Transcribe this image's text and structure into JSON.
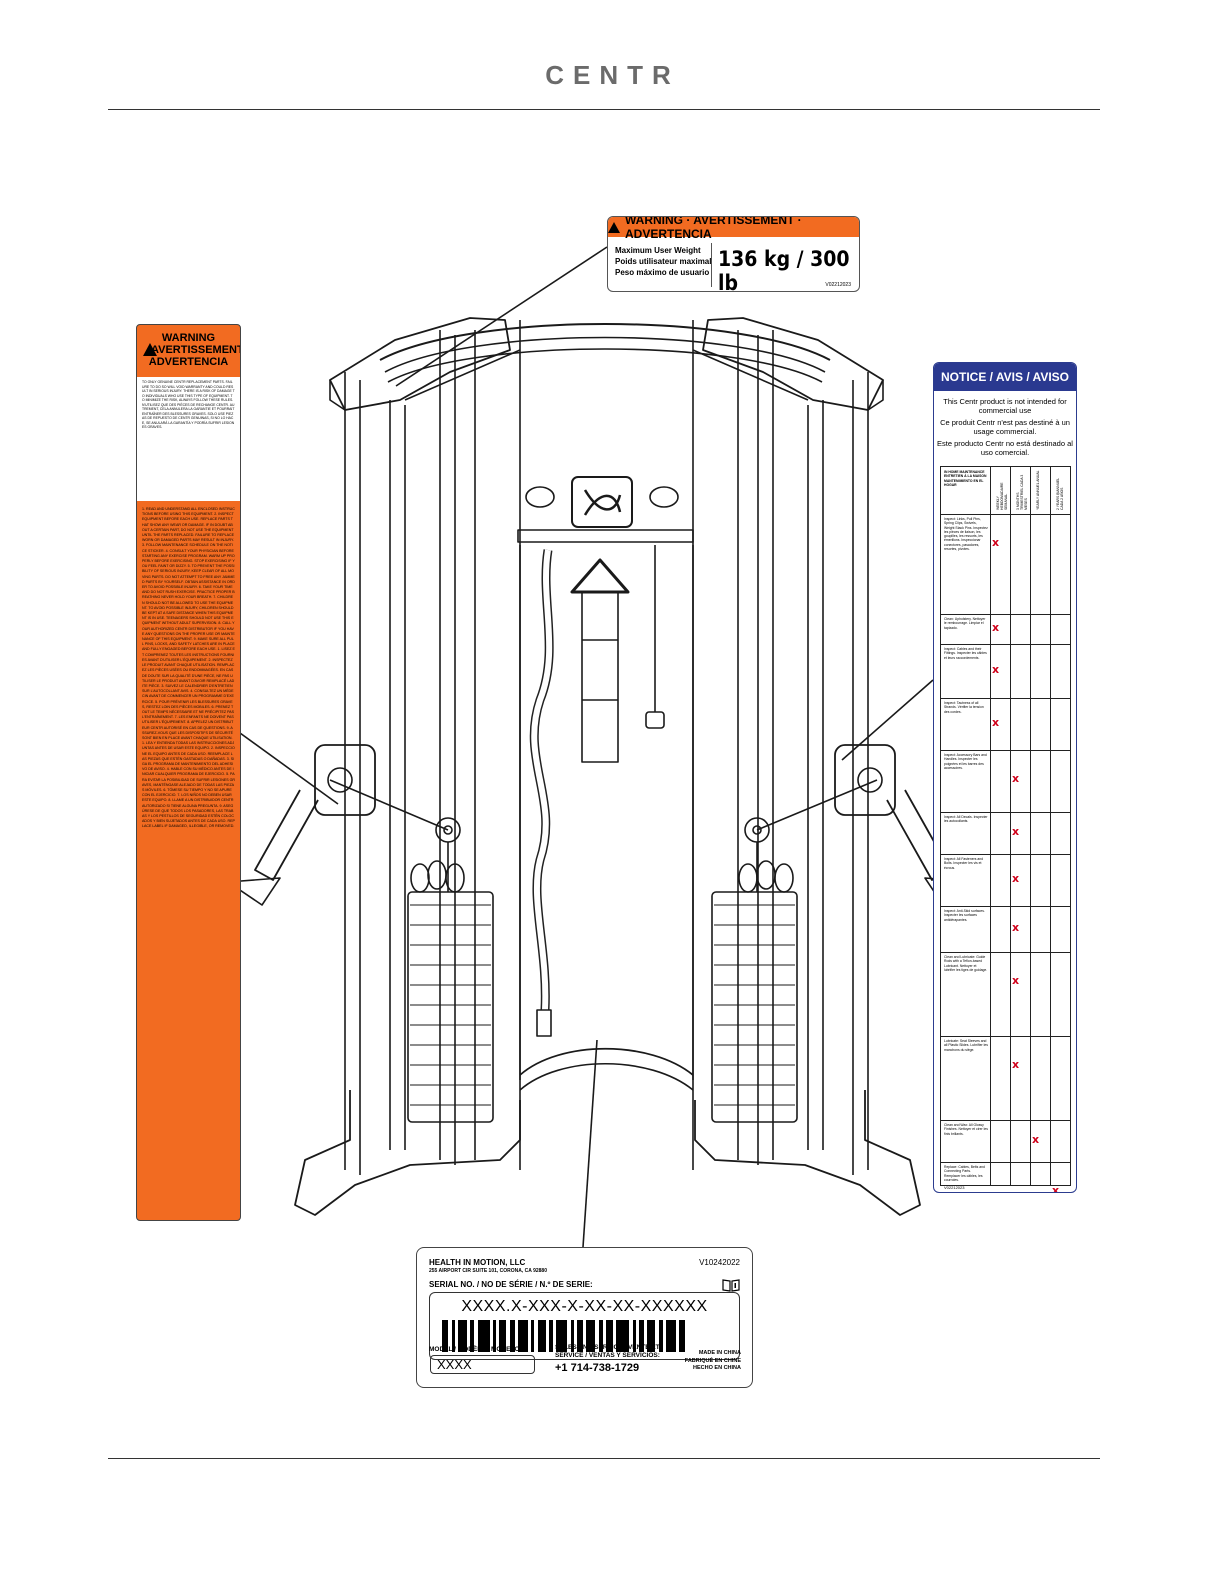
{
  "header": {
    "brand": "CENTR"
  },
  "weight_label": {
    "title": "WARNING · AVERTISSEMENT · ADVERTENCIA",
    "line1": "Maximum User Weight",
    "line2": "Poids utilisateur maximal",
    "line3": "Peso máximo de usuario",
    "value": "136 kg / 300 lb",
    "code": "V02212023"
  },
  "left_warning": {
    "title1": "WARNING",
    "title2": "AVERTISSEMENT",
    "title3": "ADVERTENCIA",
    "white_text": "TO ONLY GENUINE CENTR REPLACEMENT PARTS. FAILURE TO DO SO WILL VOID WARRANTY AND COULD RESULT IN SERIOUS INJURY. THERE IS A RISK OF DAMAGE TO INDIVIDUALS WHO USE THIS TYPE OF EQUIPMENT. TO MINIMIZE THE RISK, ALWAYS FOLLOW THESE RULES. N'UTILISEZ QUE DES PIÈCES DE RECHANGE CENTR. AUTREMENT, CELA ANNULERA LA GARANTIE ET POURRAIT ENTRAÎNER DES BLESSURES GRAVES. SOLO USE PIEZAS DE REPUESTO DE CENTR GENUINAS, SI NO LO HACE, SE ANULARÁ LA GARANTÍA Y PODRÍA SUFRIR LESIONES GRAVES.",
    "orange_text": "1. READ AND UNDERSTAND ALL ENCLOSED INSTRUCTIONS BEFORE USING THIS EQUIPMENT. 2. INSPECT EQUIPMENT BEFORE EACH USE. REPLACE PARTS THAT SHOW ANY WEAR OR DAMAGE. IF IN DOUBT ABOUT A CERTAIN PART, DO NOT USE THE EQUIPMENT UNTIL THE PARTS REPLACED. FAILURE TO REPLACE WORN OR DAMAGED PARTS MAY RESULT IN INJURY. 3. FOLLOW MAINTENANCE SCHEDULE ON THE NOTICE STICKER. 4. CONSULT YOUR PHYSICIAN BEFORE STARTING ANY EXERCISE PROGRAM. WARM UP PROPERLY BEFORE EXERCISING. STOP EXERCISING IF YOU FEEL FAINT OR DIZZY. 5. TO PREVENT THE POSSIBILITY OF SERIOUS INJURY, KEEP CLEAR OF ALL MOVING PARTS. DO NOT ATTEMPT TO FREE ANY JAMMED PARTS BY YOURSELF. OBTAIN ASSISTANCE IN ORDER TO AVOID POSSIBLE INJURY. 6. TAKE YOUR TIME AND DO NOT RUSH EXERCISE. PRACTICE PROPER BREATHING NEVER HOLD YOUR BREATH. 7. CHILDREN SHOULD NOT BE ALLOWED TO USE THE EQUIPMENT. TO AVOID POSSIBLE INJURY, CHILDREN SHOULD BE KEPT AT A SAFE DISTANCE WHEN THIS EQUIPMENT IS IN USE. TEENAGERS SHOULD NOT USE THIS EQUIPMENT WITHOUT ADULT SUPERVISION. 8. CALL YOUR AUTHORIZED CENTR DISTRIBUTOR IF YOU HAVE ANY QUESTIONS ON THE PROPER USE OR MAINTENANCE OF THIS EQUIPMENT. 9. MAKE SURE ALL PULL PINS, LOCKS, AND SAFETY LATCHES ARE IN PLACE AND FULLY ENGAGED BEFORE EACH USE. 1. LISEZ ET COMPRENEZ TOUTES LES INSTRUCTIONS FOURNIES AVANT D'UTILISER L'ÉQUIPEMENT. 2. INSPECTEZ LE PRODUIT AVANT CHAQUE UTILISATION. REMPLACEZ LES PIÈCES USÉES OU ENDOMMAGÉES. EN CAS DE DOUTE SUR LA QUALITÉ D'UNE PIÈCE, NE PAS UTILISER LE PRODUIT AVANT D'AVOIR REMPLACÉ LADITE PIÈCE. 3. SUIVEZ LE CALENDRIER D'ENTRETIEN SUR L'AUTOCOLLANT AVIS. 4. CONSULTEZ UN MÉDECIN AVANT DE COMMENCER UN PROGRAMME D'EXERCICE. 5. POUR PRÉVENIR LES BLESSURES GRAVES, RESTEZ LOIN DES PIÈCES MOBILES. 6. PRENEZ TOUT LE TEMPS NÉCESSAIRE ET NE PRÉCIPITEZ PAS L'ENTRAÎNEMENT. 7. LES ENFANTS NE DOIVENT PAS UTILISER L'ÉQUIPEMENT. 8. APPELEZ UN DISTRIBUTEUR CENTR AUTORISÉ EN CAS DE QUESTIONS. 9. ASSUREZ-VOUS QUE LES DISPOSITIFS DE SÉCURITÉ SONT BIEN EN PLACE AVANT CHAQUE UTILISATION. 1. LEA Y ENTIENDA TODAS LAS INSTRUCCIONES ADJUNTAS ANTES DE USAR ESTE EQUIPO. 2. INSPECCIONE EL EQUIPO ANTES DE CADA USO. REEMPLACE LAS PIEZAS QUE ESTÉN GASTADAS O DAÑADAS. 3. SIGA EL PROGRAMA DE MANTENIMIENTO DEL ADHESIVO DE AVISO. 4. HABLE CON SU MÉDICO ANTES DE INICIAR CUALQUIER PROGRAMA DE EJERCICIO. 5. PARA EVITAR LA POSIBILIDAD DE SUFRIR LESIONES GRAVES, MANTÉNGASE ALEJADO DE TODAS LAS PIEZAS MÓVILES. 6. TÓMESE SU TIEMPO Y NO SE APURE CON EL EJERCICIO. 7. LOS NIÑOS NO DEBEN USAR ESTE EQUIPO. 8. LLAME A UN DISTRIBUIDOR CENTR AUTORIZADO SI TIENE ALGUNA PREGUNTA. 9. ASEGÚRESE DE QUE TODOS LOS PASADORES, LAS TRABAS Y LOS PESTILLOS DE SEGURIDAD ESTÉN COLOCADOS Y BIEN SUJETADOS ANTES DE CADA USO. REPLACE LABEL IF DAMAGED, ILLEGIBLE, OR REMOVED."
  },
  "notice": {
    "title": "NOTICE / AVIS / AVISO",
    "en": "This Centr product is not intended for commercial use",
    "fr": "Ce produit Centr n'est pas destiné à un usage commercial.",
    "es": "Este producto Centr no está destinado al uso comercial.",
    "table_header": "IN HOME MAINTENANCE ENTRETIEN À LA MAISON MANTENIMIENTO EN EL HOGAR",
    "columns": [
      "WEEKLY HEBDOMADAIRE SEMANAL",
      "3 MONTHS TRIMESTRIEL CADA 3 MESES",
      "YEARLY ANNUEL ANUAL",
      "2 YEARS BIANNUEL CADA 2 AÑOS"
    ],
    "rows": [
      {
        "text": "Inspect: Links, Pull Pins, Spring Clips, Swivels, Weight Stack Pins. Inspectez les pièces de liaison, les goupilles, les ressorts, les émerillons. Inspeccionar conectores, pasadores, resortes, pivotes.",
        "mark": "x",
        "col": 0
      },
      {
        "text": "Clean: Upholstery. Nettoyer le rembourrage. Limpiar el tapizado.",
        "mark": "x",
        "col": 0
      },
      {
        "text": "Inspect: Cables and their Fittings. Inspecter les câbles et leurs raccordements.",
        "mark": "x",
        "col": 0
      },
      {
        "text": "Inspect: Tautness of all Strands. Vérifier la tension des cordes.",
        "mark": "x",
        "col": 0
      },
      {
        "text": "Inspect: Accessory Bars and Handles. Inspecter les poignées et les barres des accessoires.",
        "mark": "x",
        "col": 1
      },
      {
        "text": "Inspect: All Decals. Inspecter les autocollants.",
        "mark": "x",
        "col": 1
      },
      {
        "text": "Inspect: All Fasteners and Bolts. Inspecter les vis et écrous.",
        "mark": "x",
        "col": 1
      },
      {
        "text": "Inspect: Anti-Skid surfaces. Inspecter les surfaces antidérapantes.",
        "mark": "x",
        "col": 1
      },
      {
        "text": "Clean and Lubricate: Guide Rods with a Teflon-based Lubricant. Nettoyer et lubrifier les tiges de guidage.",
        "mark": "x",
        "col": 1
      },
      {
        "text": "Lubricate: Seat Sleeves and all Plastic Slides. Lubrifier les manchons du siège.",
        "mark": "x",
        "col": 1
      },
      {
        "text": "Clean and Wax: All Glossy Finishes. Nettoyer et cirer les finis brillants.",
        "mark": "x",
        "col": 2
      },
      {
        "text": "Replace: Cables, Belts and Connecting Parts. Remplacer les câbles, les courroies.",
        "mark": "x",
        "col": 3
      }
    ],
    "code": "V02212023"
  },
  "serial_label": {
    "company": "HEALTH IN MOTION, LLC",
    "address": "255 AIRPORT CIR SUITE 101, CORONA, CA 92880",
    "version": "V10242022",
    "serial_heading": "SERIAL NO. / NO DE SÉRIE / N.º DE SERIE:",
    "serial_value": "XXXX.X-XXX-X-XX-XX-XXXXXX",
    "model_heading": "MODEL / MODÈLE / MODELO:",
    "model_value": "XXXX",
    "sales_heading": "SALES AND SERVICE / VENTE ET SERVICE / VENTAS Y SERVICIOS:",
    "phone": "+1 714-738-1729",
    "made1": "MADE IN CHINA",
    "made2": "FABRIQUÉ EN CHINE",
    "made3": "HECHO EN CHINA"
  }
}
